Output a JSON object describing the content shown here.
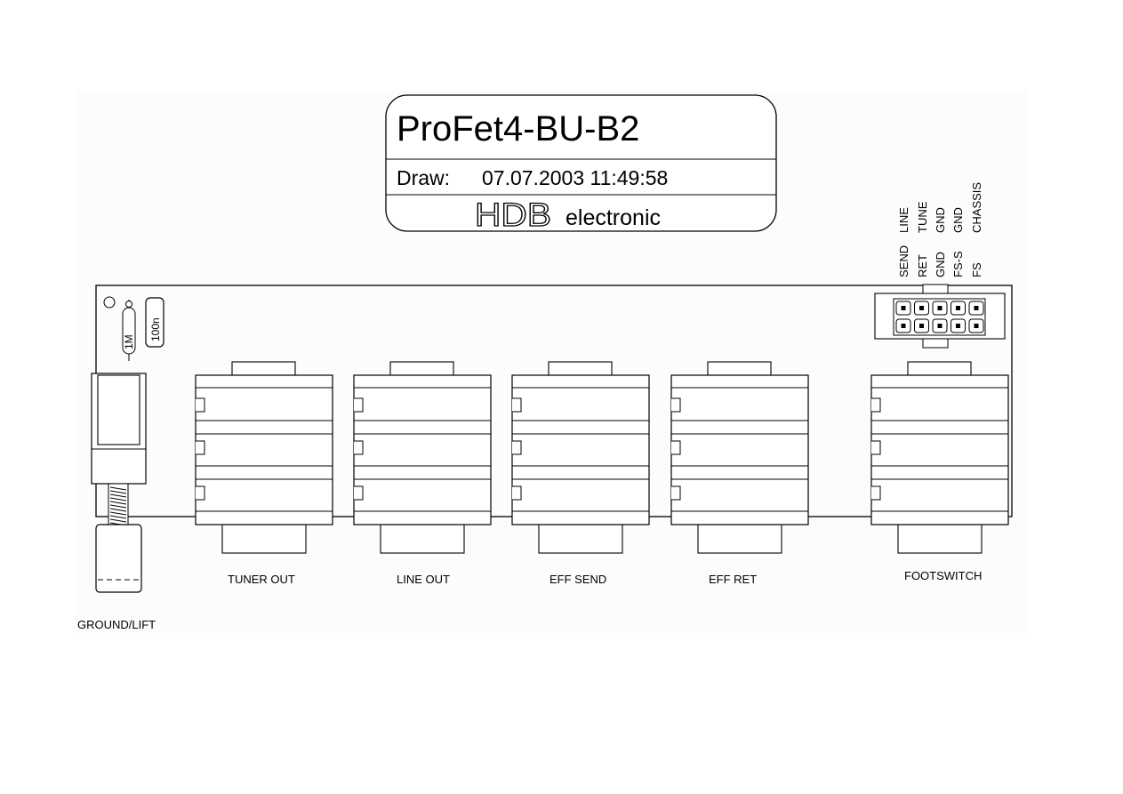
{
  "title_block": {
    "title": "ProFet4-BU-B2",
    "draw_label": "Draw:",
    "draw_date": "07.07.2003 11:49:58",
    "logo_text": "HDB",
    "company": "electronic"
  },
  "components": {
    "resistor_label": "1M",
    "capacitor_label": "100n"
  },
  "connector_pins": {
    "top_row": [
      "LINE",
      "TUNE",
      "GND",
      "GND",
      "CHASSIS"
    ],
    "bottom_row": [
      "SEND",
      "RET",
      "GND",
      "FS-S",
      "FS"
    ]
  },
  "jacks": [
    {
      "label": "TUNER OUT"
    },
    {
      "label": "LINE OUT"
    },
    {
      "label": "EFF SEND"
    },
    {
      "label": "EFF RET"
    },
    {
      "label": "FOOTSWITCH"
    }
  ],
  "ground_lift_label": "GROUND/LIFT",
  "colors": {
    "line": "#000000",
    "background": "#ffffff",
    "board_bg": "#fcfcfc"
  }
}
